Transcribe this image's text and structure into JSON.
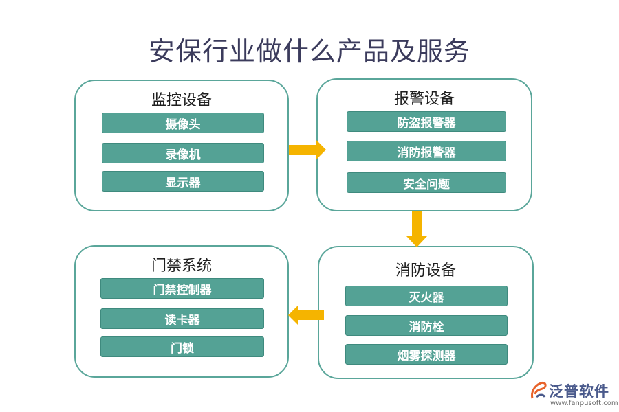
{
  "title": "安保行业做什么产品及服务",
  "boxes": {
    "monitoring": {
      "title": "监控设备",
      "items": [
        "摄像头",
        "录像机",
        "显示器"
      ]
    },
    "alarm": {
      "title": "报警设备",
      "items": [
        "防盗报警器",
        "消防报警器",
        "安全问题"
      ]
    },
    "access": {
      "title": "门禁系统",
      "items": [
        "门禁控制器",
        "读卡器",
        "门锁"
      ]
    },
    "fire": {
      "title": "消防设备",
      "items": [
        "灭火器",
        "消防栓",
        "烟雾探测器"
      ]
    }
  },
  "colors": {
    "border": "#5aa69a",
    "item_fill": "#54a295",
    "arrow": "#f5b400",
    "title": "#3b3b5c"
  },
  "logo": {
    "name": "泛普软件",
    "url": "www.fanpusoft.com",
    "icon": "fanpu-logo-icon"
  }
}
